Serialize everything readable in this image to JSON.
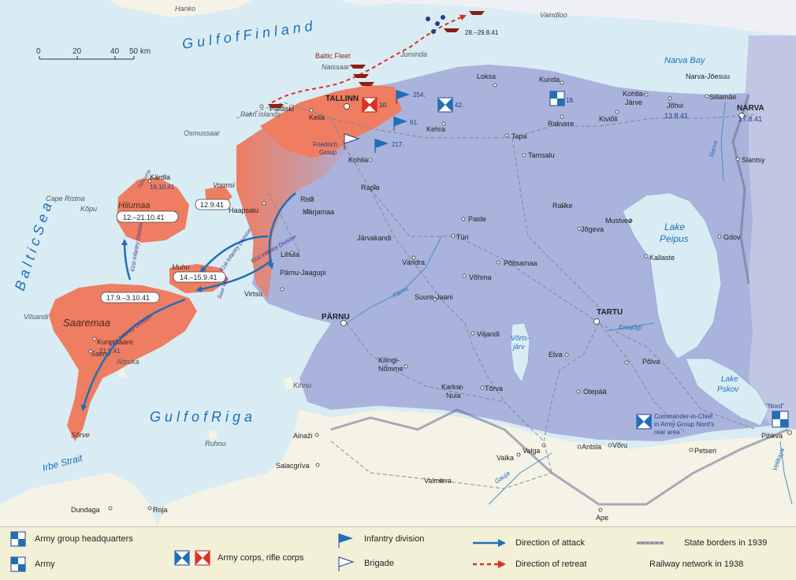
{
  "colors": {
    "sea": "#d9ecf4",
    "land": "#f4f3e6",
    "occupied": "#ee7d62",
    "soviet": "#a9b3dc",
    "attack": "#1f6fb7",
    "retreat": "#e0301e",
    "legend_bg": "#f3f0d8"
  },
  "seas": {
    "gulf_finland": "G u l f   o f   F i n l a n d",
    "baltic": "B a l t i c   S e a",
    "gulf_riga": "G u l f   o f   R i g a",
    "irbe": "Irbe Strait",
    "narva_bay": "Narva Bay",
    "lake_peipus_1": "Lake",
    "lake_peipus_2": "Peipus",
    "lake_pskov_1": "Lake",
    "lake_pskov_2": "Pskov",
    "vortsjarv_1": "Võrts-",
    "vortsjarv_2": "järv"
  },
  "scale": {
    "t0": "0",
    "t20": "20",
    "t40": "40",
    "t50": "50 km"
  },
  "islands": {
    "hiiumaa": "Hiiumaa",
    "saaremaa": "Saaremaa",
    "muhu": "Muhu",
    "vormsi": "Vormsi",
    "kihnu": "Kihnu",
    "ruhnu": "Ruhnu",
    "abruka": "Abruka",
    "hanko": "Hanko",
    "vaindloo": "Vaindloo",
    "juminda": "Juminda",
    "naissaar": "Naissaar",
    "osmussaar": "Osmussaar",
    "pakri": "Pakri islands",
    "cape_ristna": "Cape Ristna",
    "kopu": "Kõpu",
    "tahkuna": "Tahkuna",
    "vilsandi": "Vilsandi",
    "salme": "Salme",
    "sorve": "Sõrve"
  },
  "cities": {
    "tallinn": "TALLINN",
    "parnu": "PÄRNU",
    "tartu": "TARTU",
    "narva": "NARVA",
    "narva_date": "17.8.41",
    "paldiski": "Paldiski",
    "keila": "Keila",
    "kehra": "Kehra",
    "loksa": "Loksa",
    "kunda": "Kunda",
    "rakvere": "Rakvere",
    "tapa": "Tapa",
    "tamsalu": "Tamsalu",
    "kohila": "Kohila",
    "rapla": "Rapla",
    "risti": "Risti",
    "haapsalu": "Haapsalu",
    "marjamaa": "Märjamaa",
    "lihula": "Lihula",
    "virtsu": "Virtsu",
    "parnu_jaagupi": "Pärnu-Jaagupi",
    "jarvakandi": "Järvakandi",
    "vandra": "Vändra",
    "turi": "Türi",
    "paide": "Paide",
    "rakke": "Rakke",
    "joegeva": "Jõgeva",
    "mustvee": "Mustvee",
    "kallaste": "Kallaste",
    "poltsamaa": "Põltsamaa",
    "vohma": "Võhma",
    "suure_jaani": "Suure-Jaani",
    "viljandi": "Viljandi",
    "elva": "Elva",
    "otepaa": "Otepää",
    "polva": "Põlva",
    "voru": "Võru",
    "antsla": "Antsla",
    "valga": "Valga",
    "valka": "Valka",
    "torva": "Tõrva",
    "karksi_1": "Karksi-",
    "karksi_2": "Nuia",
    "kilingi_1": "Kilingi-",
    "kilingi_2": "Nõmme",
    "ainazi": "Ainaži",
    "salacgriva": "Salacgrīva",
    "valmiera": "Valmiera",
    "ape": "Ape",
    "dundaga": "Dundaga",
    "roja": "Roja",
    "petseri": "Petseri",
    "pihkva": "Pihkva",
    "gdov": "Gdov",
    "slantsy": "Slantsy",
    "kohtla_1": "Kohtla-",
    "kohtla_2": "Järve",
    "johvi": "Jõhvi",
    "johvi_date": "13.8.41",
    "sillamae": "Sillamäe",
    "kivioli": "Kiviõli",
    "narva_joesuu": "Narva-Jõesuu",
    "kardla": "Kärdla",
    "kardla_date": "16.10.41",
    "kuressaare": "Kuressaare",
    "kuressaare_date": "21.9.41"
  },
  "rivers": {
    "narva": "Narva",
    "parnu": "Pärnu",
    "emajogi": "Emajõgi",
    "gauja": "Gauja",
    "velikaya": "Velikaya"
  },
  "dates": {
    "hiiumaa": "12.–21.10.41",
    "vormsi": "12.9.41",
    "muhu": "14.–15.9.41",
    "saaremaa": "17.9.–3.10.41",
    "fleet": "28.–29.8.41"
  },
  "units": {
    "baltic_fleet": "Baltic Fleet",
    "friedrich_1": "Friedrich",
    "friedrich_2": "Group",
    "u10": "10.",
    "u254": "254.",
    "u42": "42.",
    "u18": "18.",
    "u61": "61.",
    "u217": "217.",
    "nord": "\"Nord\"",
    "cic_1": "Commander-in-Chief",
    "cic_2": "in Army Group Nord's",
    "cic_3": "rear area"
  },
  "arrows": {
    "inf1": "61st Infantry Division",
    "inf2": "61st Infantry Division",
    "inf3": "61st Infantry Division",
    "inf4": "61st Infantry Division",
    "sound": "Suur väin"
  },
  "legend": {
    "army_group_hq": "Army group headquarters",
    "army": "Army",
    "army_corps": "Army corps, rifle corps",
    "infantry_division": "Infantry division",
    "brigade": "Brigade",
    "direction_attack": "Direction of attack",
    "direction_retreat": "Direction of retreat",
    "state_borders": "State borders in 1939",
    "railway": "Railway network in 1938"
  }
}
